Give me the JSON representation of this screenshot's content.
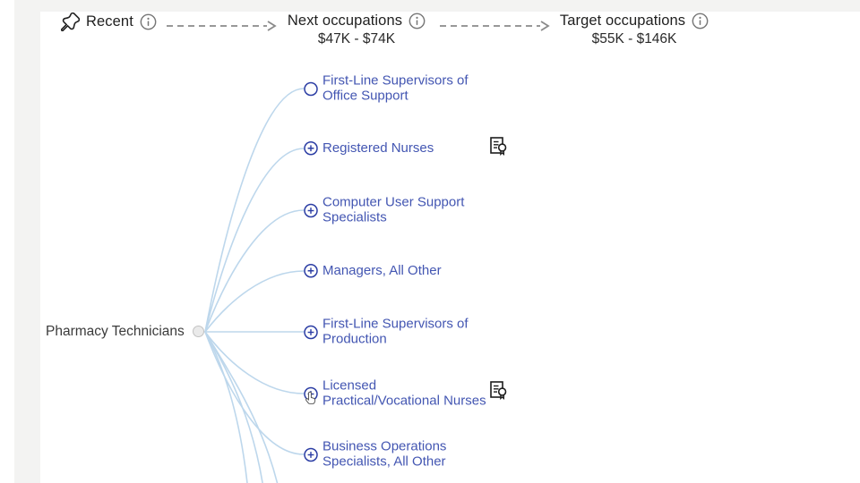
{
  "header": {
    "recent": {
      "label": "Recent"
    },
    "next": {
      "label": "Next occupations",
      "salary_range": "$47K - $74K"
    },
    "target": {
      "label": "Target occupations",
      "salary_range": "$55K - $146K"
    }
  },
  "root": {
    "label": "Pharmacy Technicians"
  },
  "occupations": [
    {
      "label": "First-Line Supervisors of Office Support",
      "icon": "node-circle",
      "credential_badge": false
    },
    {
      "label": "Registered Nurses",
      "icon": "expand-plus",
      "credential_badge": true
    },
    {
      "label": "Computer User Support Specialists",
      "icon": "expand-plus",
      "credential_badge": false
    },
    {
      "label": "Managers, All Other",
      "icon": "expand-plus",
      "credential_badge": false
    },
    {
      "label": "First-Line Supervisors of Production",
      "icon": "expand-plus",
      "credential_badge": false
    },
    {
      "label": "Licensed Practical/Vocational Nurses",
      "icon": "expand-plus",
      "credential_badge": true,
      "cursor_hover": true
    },
    {
      "label": "Business Operations Specialists, All Other",
      "icon": "expand-plus",
      "credential_badge": false
    }
  ],
  "icons": {
    "pin": "push-pin-icon",
    "info": "info-circle-icon",
    "plus": "expand-plus-icon",
    "certificate": "license-badge-icon",
    "cursor": "hand-pointer-cursor"
  },
  "colors": {
    "occupation_text": "#4356b2",
    "node_icon_stroke": "#2b3da4",
    "edge_curve": "#bdd7ec",
    "header_text": "#1f1f1f",
    "gutter": "#f3f3f2",
    "arrow": "#8a8a8a"
  }
}
